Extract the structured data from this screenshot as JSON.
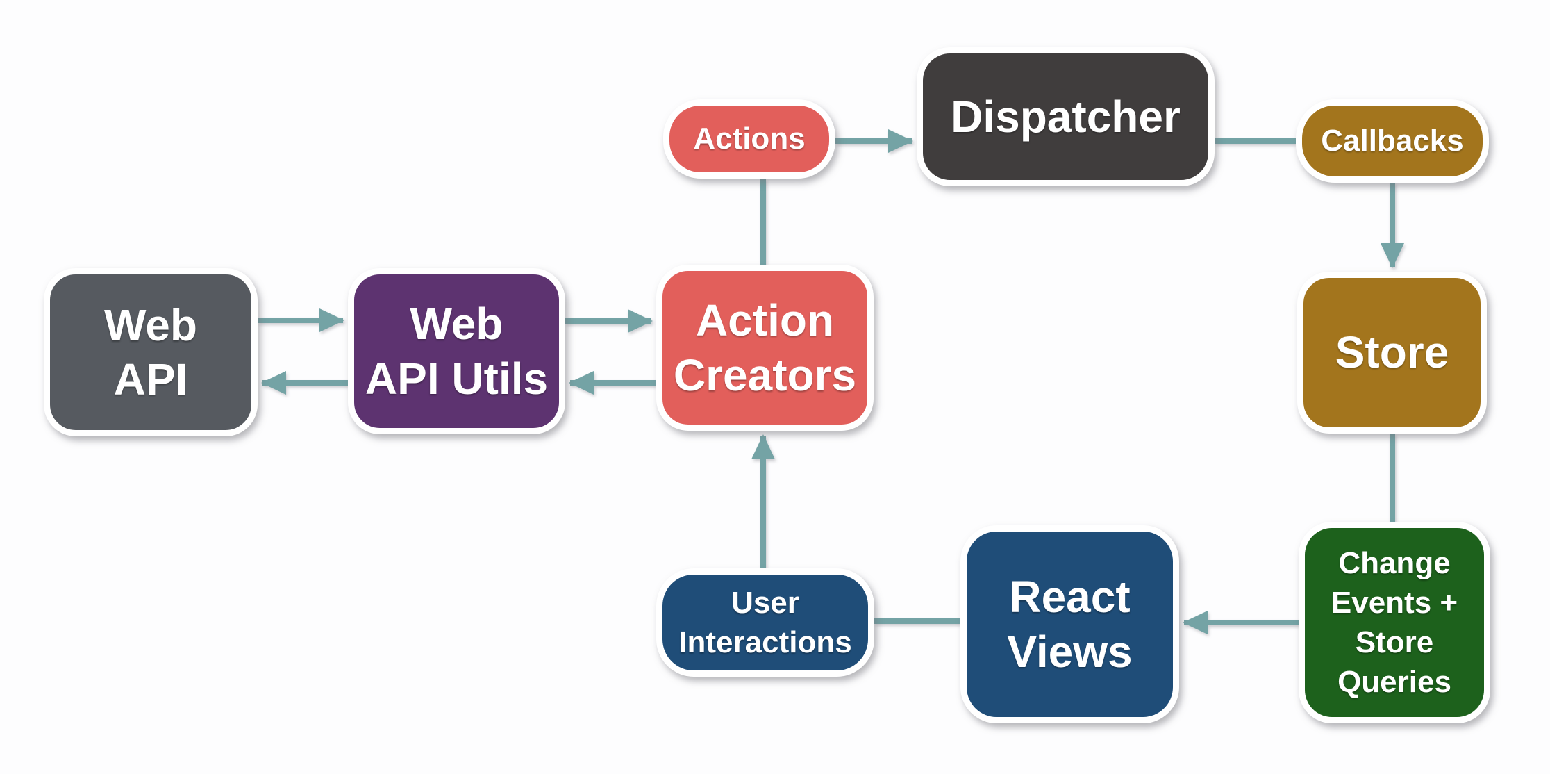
{
  "background": "#fdfdfe",
  "arrow_color": "#74a3a5",
  "nodes": {
    "web_api": {
      "label": "Web\nAPI",
      "color": "#565a60"
    },
    "web_api_utils": {
      "label": "Web\nAPI Utils",
      "color": "#5d3370"
    },
    "action_creators": {
      "label": "Action\nCreators",
      "color": "#e25f5b"
    },
    "actions": {
      "label": "Actions",
      "color": "#e25f5b"
    },
    "dispatcher": {
      "label": "Dispatcher",
      "color": "#403d3d"
    },
    "callbacks": {
      "label": "Callbacks",
      "color": "#a3751d"
    },
    "store": {
      "label": "Store",
      "color": "#a3751d"
    },
    "change_events": {
      "label": "Change\nEvents +\nStore\nQueries",
      "color": "#1d611c"
    },
    "react_views": {
      "label": "React\nViews",
      "color": "#1f4d78"
    },
    "user_interactions": {
      "label": "User\nInteractions",
      "color": "#1f4d78"
    }
  },
  "edges": [
    {
      "from": "web_api",
      "to": "web_api_utils",
      "arrowhead": true
    },
    {
      "from": "web_api_utils",
      "to": "web_api",
      "arrowhead": true
    },
    {
      "from": "web_api_utils",
      "to": "action_creators",
      "arrowhead": true
    },
    {
      "from": "action_creators",
      "to": "web_api_utils",
      "arrowhead": true
    },
    {
      "from": "action_creators",
      "to": "actions",
      "arrowhead": false
    },
    {
      "from": "actions",
      "to": "dispatcher",
      "arrowhead": true
    },
    {
      "from": "dispatcher",
      "to": "callbacks",
      "arrowhead": false
    },
    {
      "from": "callbacks",
      "to": "store",
      "arrowhead": true
    },
    {
      "from": "store",
      "to": "change_events",
      "arrowhead": false
    },
    {
      "from": "change_events",
      "to": "react_views",
      "arrowhead": true
    },
    {
      "from": "react_views",
      "to": "user_interactions",
      "arrowhead": false
    },
    {
      "from": "user_interactions",
      "to": "action_creators",
      "arrowhead": true
    }
  ]
}
